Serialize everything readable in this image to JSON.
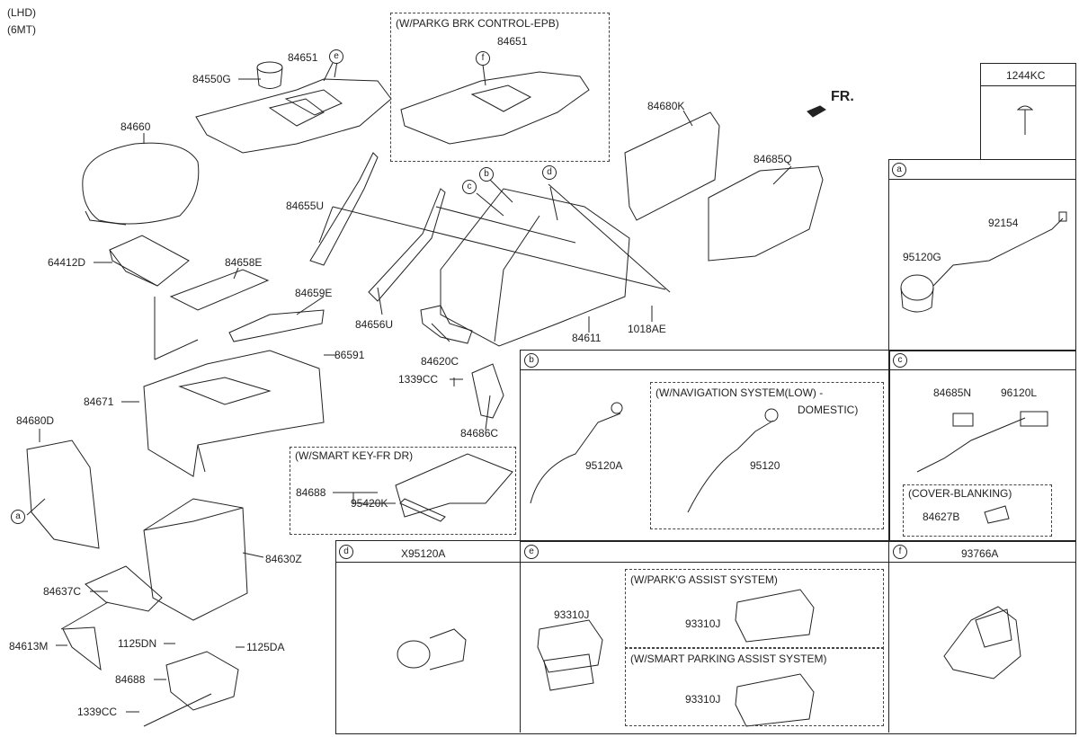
{
  "corner": {
    "l1": "(LHD)",
    "l2": "(6MT)"
  },
  "fr_label": "FR.",
  "epb_label": "(W/PARKG BRK CONTROL-EPB)",
  "smart_key_label": "(W/SMART KEY-FR DR)",
  "parts": {
    "p84651a": "84651",
    "p84651b": "84651",
    "p84550G": "84550G",
    "p84660": "84660",
    "p64412D": "64412D",
    "p84658E": "84658E",
    "p84659E": "84659E",
    "p84655U": "84655U",
    "p84656U": "84656U",
    "p84620C": "84620C",
    "p1339CCa": "1339CC",
    "p84686C": "84686C",
    "p84611": "84611",
    "p1018AE": "1018AE",
    "p84680K": "84680K",
    "p84685Q": "84685Q",
    "p86591": "86591",
    "p84671": "84671",
    "p84680D": "84680D",
    "p84688a": "84688",
    "p95420K": "95420K",
    "p84630Z": "84630Z",
    "p84637C": "84637C",
    "p84613M": "84613M",
    "p1125DN": "1125DN",
    "p1125DA": "1125DA",
    "p84688b": "84688",
    "p1339CCb": "1339CC"
  },
  "panels": {
    "kc": {
      "title": "1244KC"
    },
    "a": {
      "letter": "a",
      "p92154": "92154",
      "p95120G": "95120G"
    },
    "b": {
      "letter": "b",
      "p95120A": "95120A",
      "nav1": "(W/NAVIGATION SYSTEM(LOW) -",
      "nav2": "DOMESTIC)",
      "p95120": "95120"
    },
    "c": {
      "letter": "c",
      "p84685N": "84685N",
      "p96120L": "96120L",
      "cover": "(COVER-BLANKING)",
      "p84627B": "84627B"
    },
    "d": {
      "letter": "d",
      "title": "X95120A"
    },
    "e": {
      "letter": "e",
      "p93310Ja": "93310J",
      "assist": "(W/PARK'G ASSIST SYSTEM)",
      "p93310Jb": "93310J",
      "smart": "(W/SMART PARKING ASSIST SYSTEM)",
      "p93310Jc": "93310J"
    },
    "f": {
      "letter": "f",
      "title": "93766A"
    }
  },
  "callouts": {
    "a": "a",
    "b": "b",
    "c": "c",
    "d": "d",
    "e": "e",
    "f": "f"
  }
}
